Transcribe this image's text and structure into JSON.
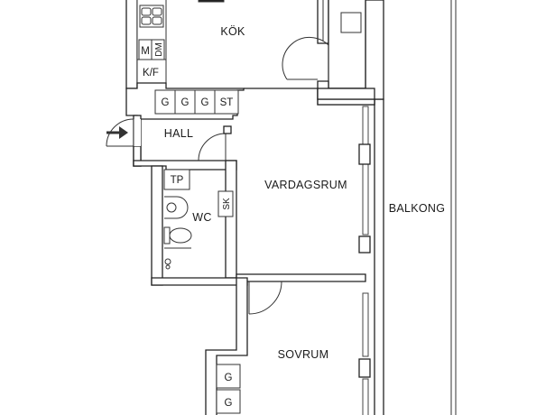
{
  "rooms": {
    "kitchen": "KÖK",
    "hall": "HALL",
    "living": "VARDAGSRUM",
    "wc": "WC",
    "balcony": "BALKONG",
    "bedroom": "SOVRUM"
  },
  "fixtures": {
    "stove_label": "M",
    "dishwasher_label": "DM",
    "fridge_label": "K/F",
    "hall_wardrobes": [
      "G",
      "G",
      "G",
      "ST"
    ],
    "towel_cabinet": "TP",
    "wc_cabinet": "SK",
    "bedroom_wardrobes": [
      "G",
      "G"
    ]
  },
  "icons": {
    "entrance": "entrance-arrow-icon"
  }
}
